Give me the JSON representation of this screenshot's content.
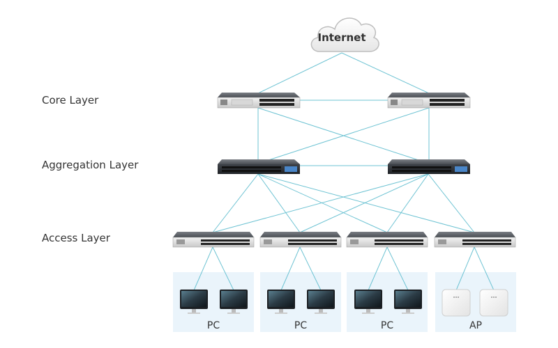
{
  "internet": {
    "label": "Internet"
  },
  "layers": {
    "core": "Core Layer",
    "aggregation": "Aggregation Layer",
    "access": "Access Layer"
  },
  "endpoints": [
    {
      "label": "PC",
      "device": "monitor-icon"
    },
    {
      "label": "PC",
      "device": "monitor-icon"
    },
    {
      "label": "PC",
      "device": "monitor-icon"
    },
    {
      "label": "AP",
      "device": "access-point-icon"
    }
  ],
  "colors": {
    "link": "#6ec3d3",
    "panel": "#eaf4fb",
    "switch_body": "#3a3d42",
    "text": "#333333"
  }
}
